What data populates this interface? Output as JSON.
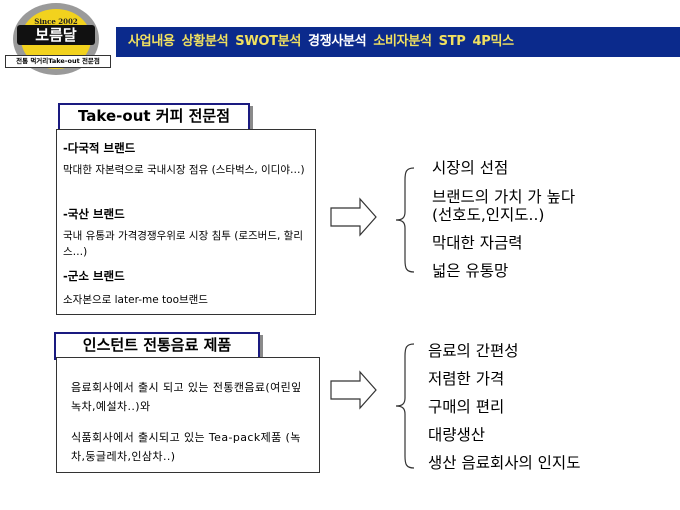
{
  "logo": {
    "since": "Since 2002",
    "name": "보름달",
    "tagline": "전통 먹거리Take-out 전문점"
  },
  "nav": {
    "items": [
      {
        "label": "사업내용",
        "active": false
      },
      {
        "label": "상황분석",
        "active": false
      },
      {
        "label": "SWOT분석",
        "active": false
      },
      {
        "label": "경쟁사분석",
        "active": true
      },
      {
        "label": "소비자분석",
        "active": false
      },
      {
        "label": "STP",
        "active": false
      },
      {
        "label": "4P믹스",
        "active": false
      }
    ]
  },
  "section1": {
    "title": "Take-out 커피 전문점",
    "groups": [
      {
        "category": "-다국적 브랜드",
        "description": "막대한 자본력으로 국내시장 점유 (스타벅스, 이디야…)"
      },
      {
        "category": "-국산 브랜드",
        "description": "국내 유통과 가격경쟁우위로 시장 침투 (로즈버드, 할리스…)"
      },
      {
        "category": "-군소 브랜드",
        "description": "소자본으로 later-me too브랜드"
      }
    ],
    "points": [
      "시장의 선점",
      "브랜드의 가치 가 높다",
      "(선호도,인지도..)",
      "막대한 자금력",
      "넓은 유통망"
    ]
  },
  "section2": {
    "title": "인스턴트 전통음료 제품",
    "paragraphs": [
      "음료회사에서 출시 되고 있는 전통캔음료(여린잎녹차,예설차..)와",
      "식품회사에서 출시되고 있는 Tea-pack제품 (녹차,둥글레차,인삼차..)"
    ],
    "points": [
      "음료의 간편성",
      "저렴한 가격",
      "구매의 편리",
      "대량생산",
      "생산 음료회사의 인지도"
    ]
  },
  "colors": {
    "nav_background": "#0b2a8c",
    "nav_text": "#f0e060",
    "nav_active_text": "#ffffff",
    "logo_yellow": "#f2d21e"
  }
}
